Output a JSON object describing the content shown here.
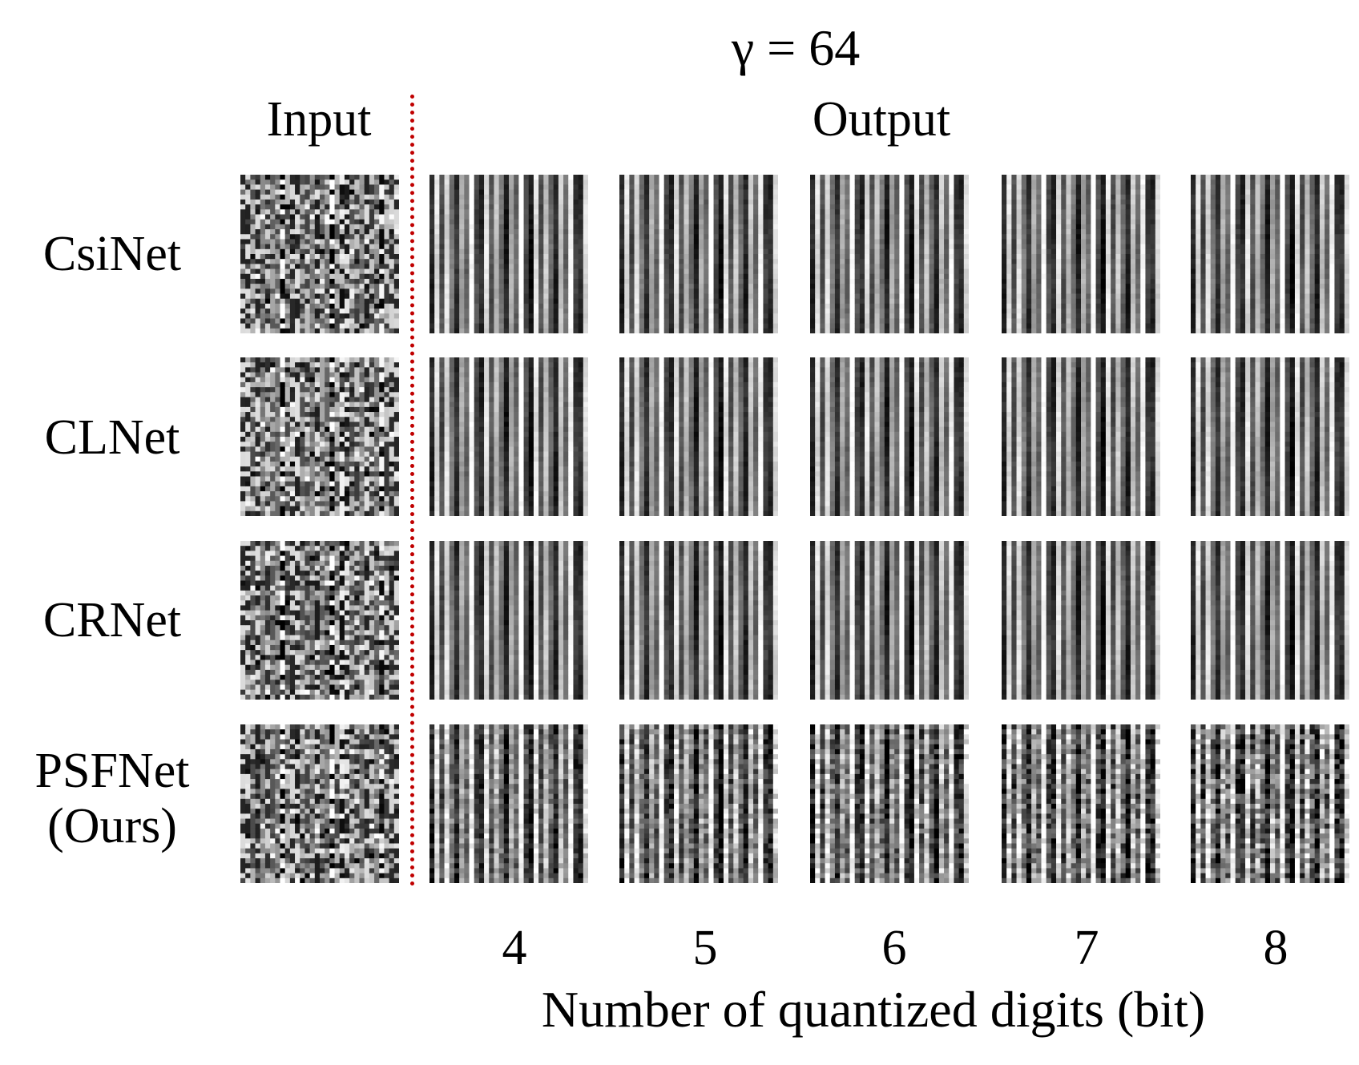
{
  "figure": {
    "title": "γ = 64",
    "input_header": "Input",
    "output_header": "Output",
    "x_axis_label": "Number of quantized digits (bit)",
    "bit_labels": [
      "4",
      "5",
      "6",
      "7",
      "8"
    ],
    "rows": [
      {
        "label_line1": "CsiNet",
        "label_line2": ""
      },
      {
        "label_line1": "CLNet",
        "label_line2": ""
      },
      {
        "label_line1": "CRNet",
        "label_line2": ""
      },
      {
        "label_line1": "PSFNet",
        "label_line2": "(Ours)"
      }
    ],
    "divider_color": "#c00000"
  }
}
